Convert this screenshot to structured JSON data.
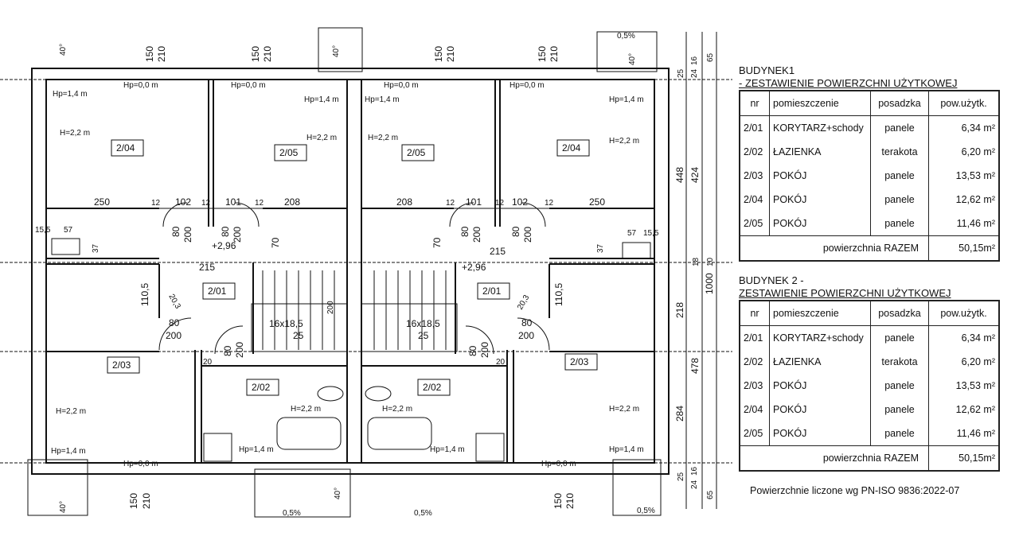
{
  "plan": {
    "room_tags": [
      "2/04",
      "2/05",
      "2/05",
      "2/04",
      "2/01",
      "2/01",
      "2/03",
      "2/03",
      "2/02",
      "2/02"
    ],
    "window_w": "150",
    "window_h": "210",
    "hp_0": "Hp=0,0 m",
    "hp_14": "Hp=1,4 m",
    "h_22": "H=2,2 m",
    "angle": "40°",
    "slope": "0,5%",
    "level": "+2,96",
    "stairs": "16x18,5",
    "stairs_depth": "25",
    "door_w": "80",
    "door_h": "200",
    "dims_top_left": [
      "250",
      "12",
      "102",
      "12",
      "101",
      "12",
      "208"
    ],
    "dims_top_right": [
      "208",
      "12",
      "101",
      "12",
      "102",
      "12",
      "250"
    ],
    "dims_misc": [
      "15,5",
      "57",
      "37",
      "215",
      "70",
      "110,5",
      "20,3",
      "20",
      "200"
    ],
    "dims_right": [
      "448",
      "424",
      "218",
      "478",
      "284",
      "1000",
      "25",
      "24",
      "16",
      "65",
      "18",
      "10"
    ]
  },
  "budynek1": {
    "title": "BUDYNEK1",
    "subtitle": " - ZESTAWIENIE POWIERZCHNI  UŻYTKOWEJ",
    "headers": [
      "nr",
      "pomieszczenie",
      "posadzka",
      "pow.użytk."
    ],
    "rows": [
      [
        "2/01",
        "KORYTARZ+schody",
        "panele",
        "6,34 m²"
      ],
      [
        "2/02",
        "ŁAZIENKA",
        "terakota",
        "6,20 m²"
      ],
      [
        "2/03",
        "POKÓJ",
        "panele",
        "13,53 m²"
      ],
      [
        "2/04",
        "POKÓJ",
        "panele",
        "12,62 m²"
      ],
      [
        "2/05",
        "POKÓJ",
        "panele",
        "11,46 m²"
      ]
    ],
    "total_label": "powierzchnia  RAZEM",
    "total_value": "50,15m²"
  },
  "budynek2": {
    "title": "BUDYNEK 2 -",
    "subtitle": "ZESTAWIENIE POWIERZCHNI  UŻYTKOWEJ",
    "headers": [
      "nr",
      "pomieszczenie",
      "posadzka",
      "pow.użytk."
    ],
    "rows": [
      [
        "2/01",
        "KORYTARZ+schody",
        "panele",
        "6,34 m²"
      ],
      [
        "2/02",
        "ŁAZIENKA",
        "terakota",
        "6,20 m²"
      ],
      [
        "2/03",
        "POKÓJ",
        "panele",
        "13,53 m²"
      ],
      [
        "2/04",
        "POKÓJ",
        "panele",
        "12,62 m²"
      ],
      [
        "2/05",
        "POKÓJ",
        "panele",
        "11,46 m²"
      ]
    ],
    "total_label": "powierzchnia  RAZEM",
    "total_value": "50,15m²"
  },
  "footnote": "Powierzchnie liczone wg PN-ISO 9836:2022-07"
}
